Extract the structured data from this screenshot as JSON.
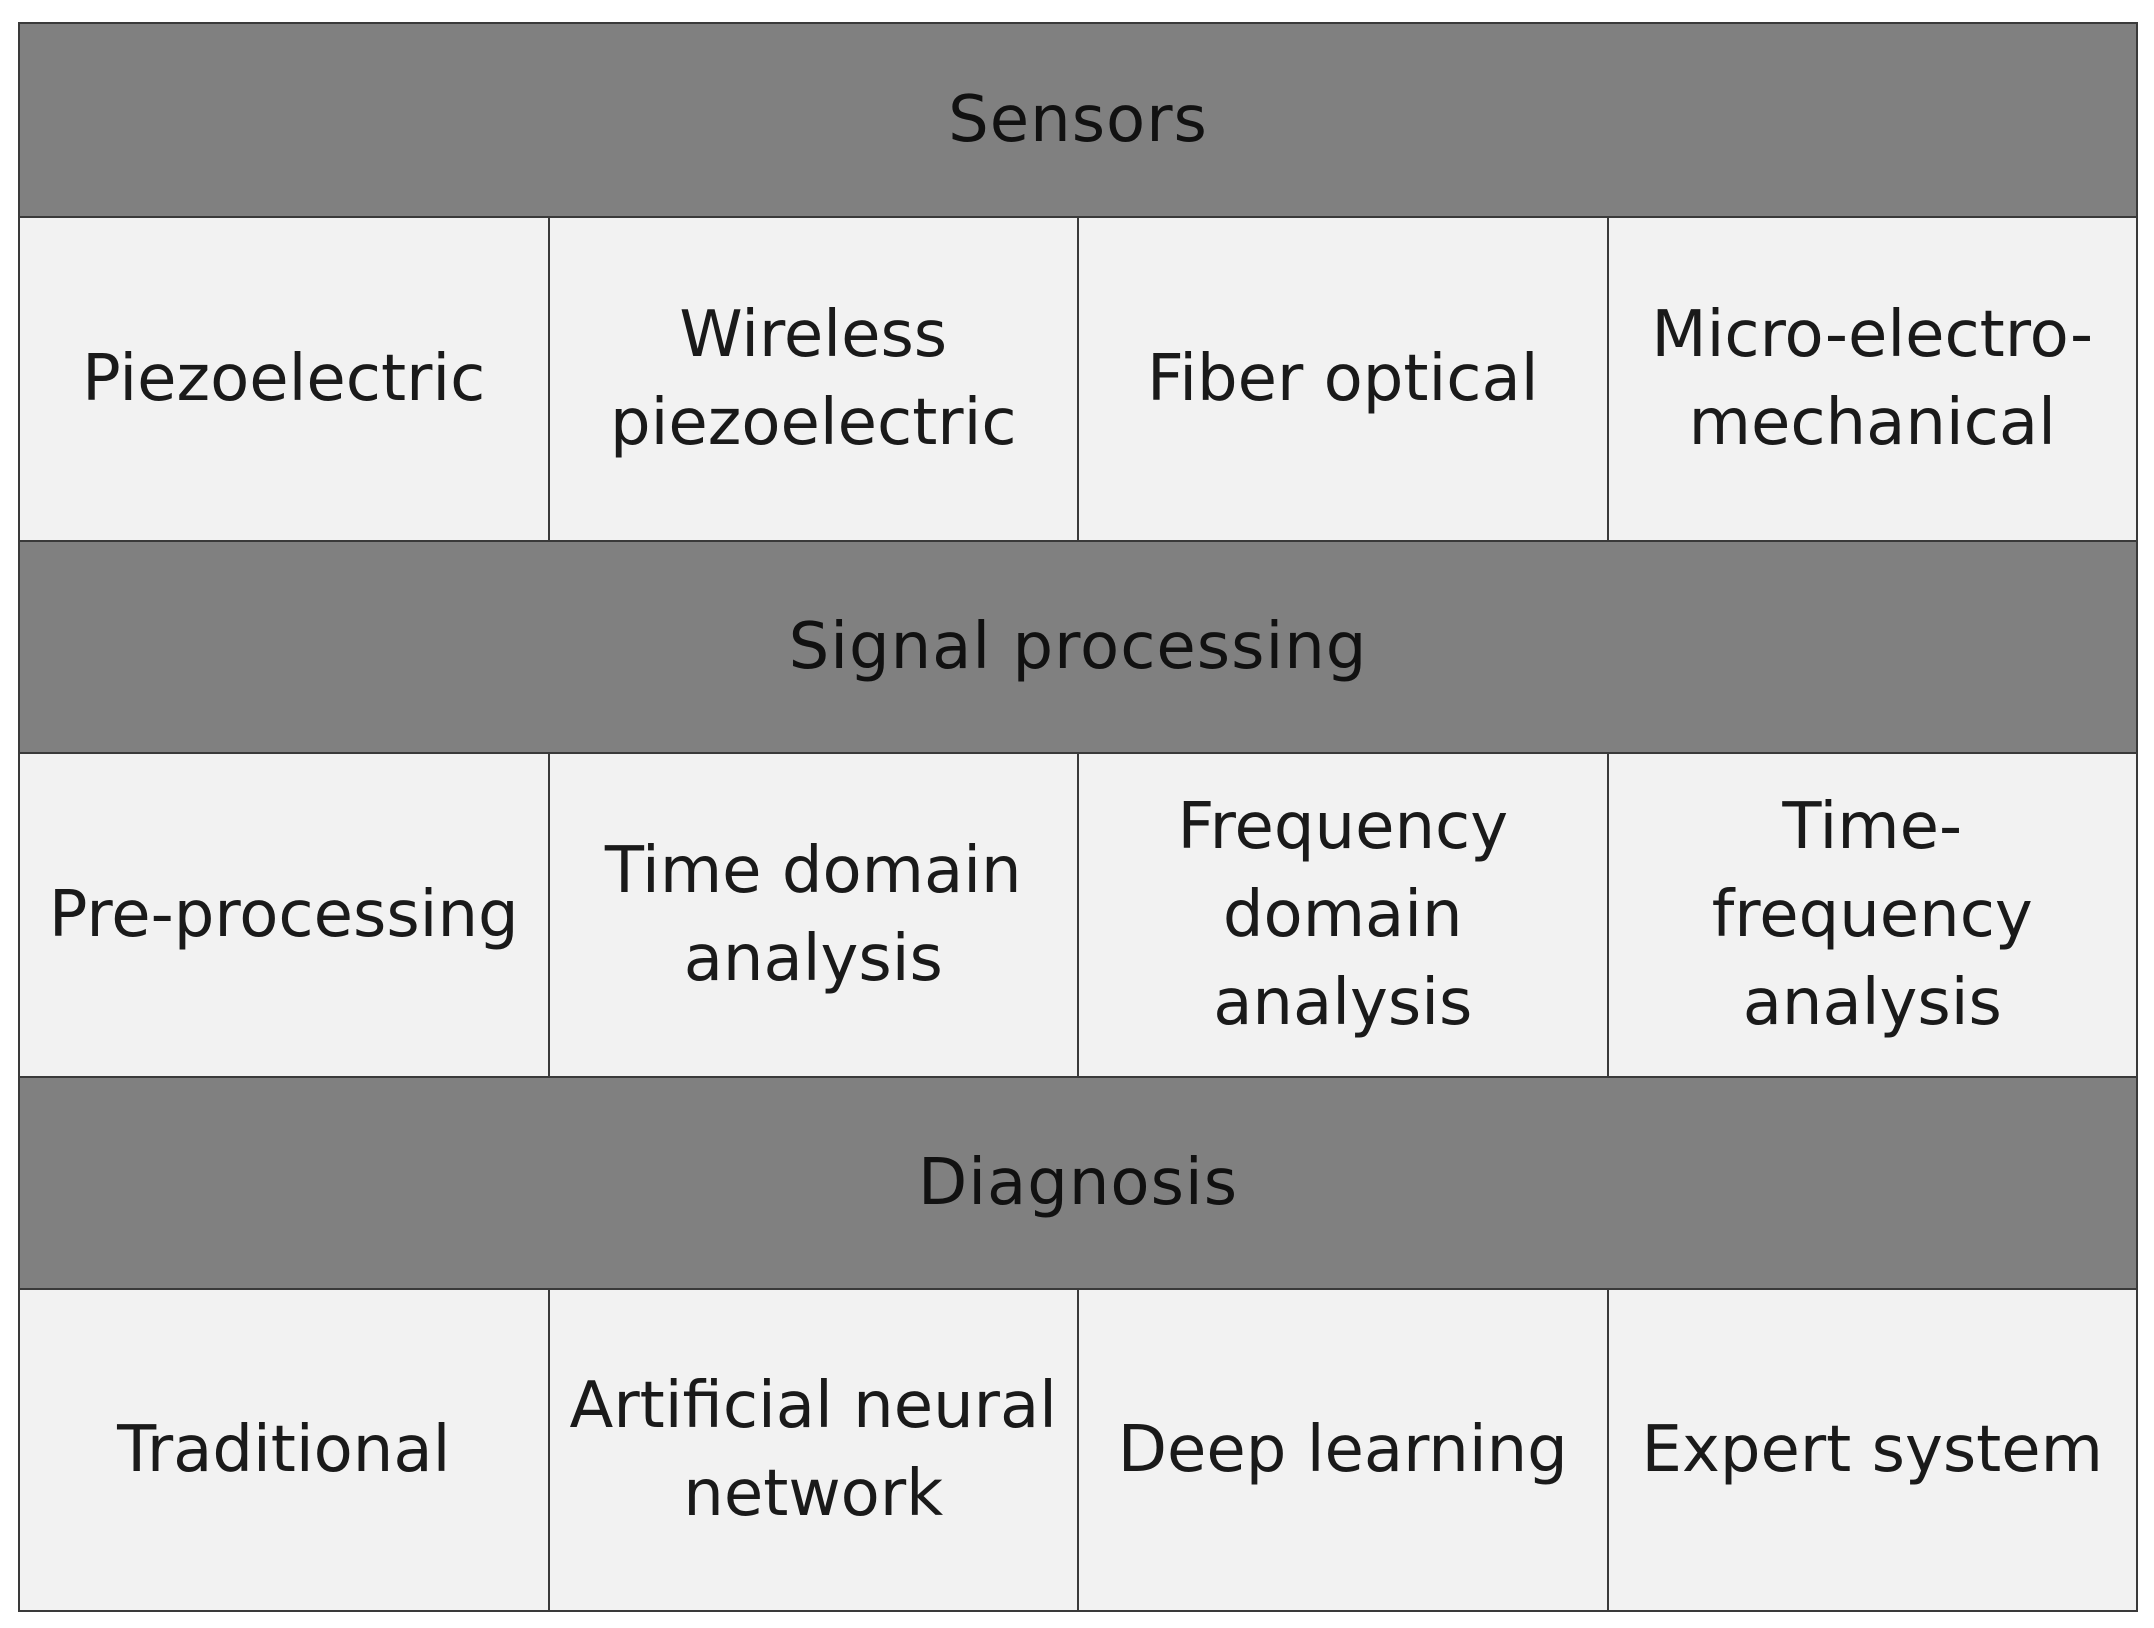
{
  "sections": [
    {
      "title": "Sensors",
      "items": [
        "Piezoelectric",
        "Wireless\npiezoelectric",
        "Fiber optical",
        "Micro-electro-\nmechanical"
      ]
    },
    {
      "title": "Signal processing",
      "items": [
        "Pre-processing",
        "Time domain\nanalysis",
        "Frequency\ndomain analysis",
        "Time-frequency\nanalysis"
      ]
    },
    {
      "title": "Diagnosis",
      "items": [
        "Traditional",
        "Artificial neural\nnetwork",
        "Deep learning",
        "Expert system"
      ]
    }
  ]
}
